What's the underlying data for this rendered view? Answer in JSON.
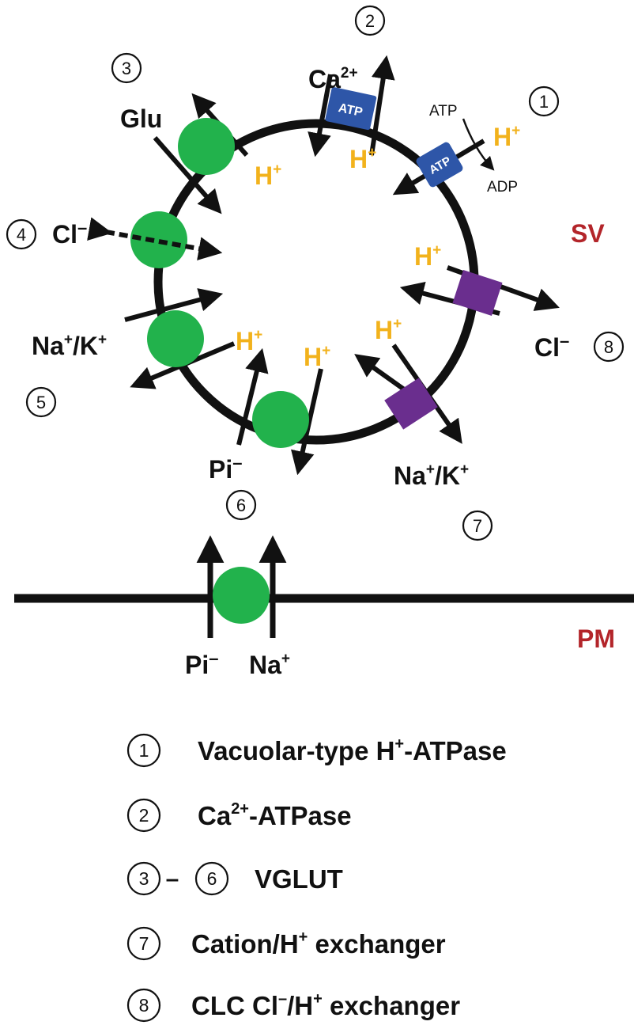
{
  "colors": {
    "membrane": "#111111",
    "proton": "#F2B21C",
    "transporter": "#22B24C",
    "atpase": "#2E56A8",
    "exchanger": "#6A2E8E",
    "region": "#B3252A"
  },
  "icons": {
    "arrow": "arrow-icon",
    "circle_number": "circled-number-icon"
  },
  "diagram": {
    "sv_label": "SV",
    "pm_label": "PM",
    "proton": "H",
    "proton_sup": "+",
    "atp_box": "ATP",
    "atp_text": "ATP",
    "adp_text": "ADP",
    "ca_label": "Ca",
    "ca_sup": "2+",
    "glu_label": "Glu",
    "cl_label": "Cl",
    "minus": "–",
    "nak_na": "Na",
    "nak_k": "/K",
    "plus": "+",
    "pi_label": "Pi",
    "na_label": "Na",
    "numbers": [
      "1",
      "2",
      "3",
      "4",
      "5",
      "6",
      "7",
      "8"
    ]
  },
  "legend": {
    "items": [
      {
        "num": "1",
        "text_a": "Vacuolar-type H",
        "sup": "+",
        "text_b": "-ATPase"
      },
      {
        "num": "2",
        "text_a": "Ca",
        "sup": "2+",
        "text_b": "-ATPase"
      },
      {
        "num": "3",
        "dash": "–",
        "num2": "6",
        "text_a": "VGLUT"
      },
      {
        "num": "7",
        "text_a": "Cation/H",
        "sup": "+",
        "text_b": " exchanger"
      },
      {
        "num": "8",
        "text_a": "CLC Cl",
        "sup": "–",
        "text_b": "/H",
        "sup2": "+",
        "text_c": " exchanger"
      }
    ]
  }
}
